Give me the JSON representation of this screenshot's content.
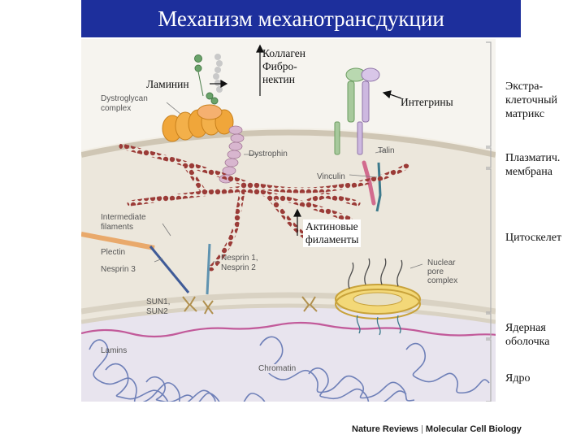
{
  "title": "Механизм механотрансдукции",
  "labels_ru": {
    "laminin": "Ламинин",
    "collagen_line1": "Коллаген",
    "collagen_line2": "Фибро-",
    "collagen_line3": "нектин",
    "integrins": "Интегрины",
    "actin_line1": "Актиновые",
    "actin_line2": "филаменты"
  },
  "side_labels": {
    "ecm_line1": "Экстра-",
    "ecm_line2": "клеточный",
    "ecm_line3": "матрикс",
    "membrane_line1": "Плазматич.",
    "membrane_line2": "мембрана",
    "cytoskeleton": "Цитоскелет",
    "envelope_line1": "Ядерная",
    "envelope_line2": "оболочка",
    "nucleus": "Ядро"
  },
  "labels_en": {
    "dystroglycan_line1": "Dystroglycan",
    "dystroglycan_line2": "complex",
    "dystrophin": "Dystrophin",
    "talin": "Talin",
    "vinculin": "Vinculin",
    "intermediate_line1": "Intermediate",
    "intermediate_line2": "filaments",
    "plectin": "Plectin",
    "nesprin3": "Nesprin 3",
    "nesprin12_line1": "Nesprin 1,",
    "nesprin12_line2": "Nesprin 2",
    "npc_line1": "Nuclear",
    "npc_line2": "pore",
    "npc_line3": "complex",
    "sun1": "SUN1,",
    "sun2": "SUN2",
    "lamins": "Lamins",
    "chromatin": "Chromatin"
  },
  "credit": {
    "journal": "Nature Reviews",
    "separator": "|",
    "section": "Molecular Cell Biology"
  },
  "colors": {
    "title_bg": "#1d2f9c",
    "cell_bg": "#ece7dc",
    "nucleus_bg": "#e8e4ee",
    "actin": "#9b3b37",
    "chromatin": "#6f80b8",
    "lamina": "#c25a9a",
    "dystroglycan": "#f0a63a",
    "npc": "#e8c65a"
  }
}
